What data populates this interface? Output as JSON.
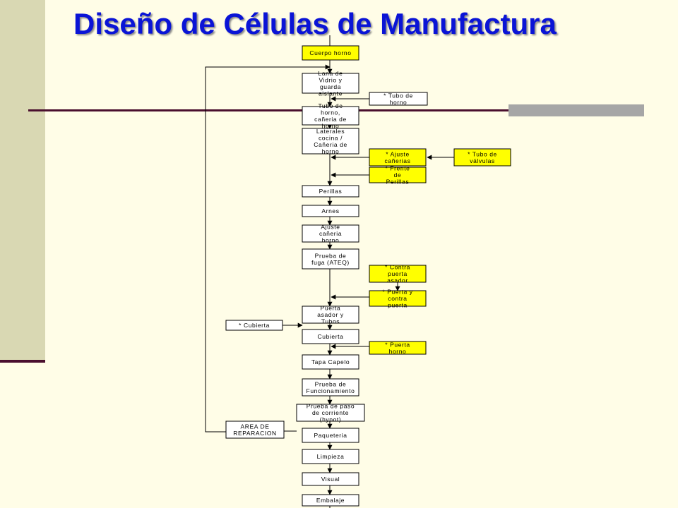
{
  "title": "Diseño de Células de Manufactura",
  "colors": {
    "title": "#0A14D6",
    "background": "#FFFDE7",
    "side_band": "#D9D8B3",
    "rule": "#4A0F2E",
    "feed_box": "#FFFF00",
    "process_box": "#FFFFFF"
  },
  "diagram": {
    "process_steps": [
      {
        "id": "cuerpo",
        "label": "Cuerpo horno",
        "style": "yellow"
      },
      {
        "id": "lana",
        "label": "Lana de Vidrio y guarda aislante",
        "style": "white"
      },
      {
        "id": "tubo",
        "label": "Tubo de horno, cañeria de horno",
        "style": "white"
      },
      {
        "id": "laterales",
        "label": "Laterales cocina / Cañeria de horno",
        "style": "white"
      },
      {
        "id": "perillas",
        "label": "Perillas",
        "style": "white"
      },
      {
        "id": "arnes",
        "label": "Arnes",
        "style": "white"
      },
      {
        "id": "ajuste",
        "label": "Ajuste cañeria horno",
        "style": "white"
      },
      {
        "id": "fuga",
        "label": "Prueba de fuga (ATEQ)",
        "style": "white"
      },
      {
        "id": "puerta_asador",
        "label": "Puerta asador y Tubos",
        "style": "white"
      },
      {
        "id": "cubierta",
        "label": "Cubierta",
        "style": "white"
      },
      {
        "id": "tapa",
        "label": "Tapa Capelo",
        "style": "white"
      },
      {
        "id": "funcionamiento",
        "label": "Prueba de Funcionamiento",
        "style": "white"
      },
      {
        "id": "paso",
        "label": "Prueba de paso de corriente (hypot)",
        "style": "white"
      },
      {
        "id": "paqueteria",
        "label": "Paqueteria",
        "style": "white"
      },
      {
        "id": "limpieza",
        "label": "Limpieza",
        "style": "white"
      },
      {
        "id": "visual",
        "label": "Visual",
        "style": "white"
      },
      {
        "id": "embalaje",
        "label": "Embalaje",
        "style": "white"
      }
    ],
    "feeds": [
      {
        "id": "f_tubo",
        "label": "* Tubo de horno",
        "style": "white",
        "target": "lana"
      },
      {
        "id": "f_ajuste",
        "label": "* Ajuste cañerias",
        "style": "yellow",
        "target": "laterales"
      },
      {
        "id": "f_tubo_valvulas",
        "label": "* Tubo de válvulas",
        "style": "yellow",
        "target": "f_ajuste"
      },
      {
        "id": "f_frente",
        "label": "* Frente de Perillas",
        "style": "yellow",
        "target": "laterales"
      },
      {
        "id": "f_contra",
        "label": "* Contra puerta asador",
        "style": "yellow",
        "target": "f_puerta_contra"
      },
      {
        "id": "f_puerta_contra",
        "label": "* Puerta y contra puerta",
        "style": "yellow",
        "target": "fuga"
      },
      {
        "id": "f_cubierta",
        "label": "* Cubierta",
        "style": "white",
        "target": "puerta_asador"
      },
      {
        "id": "f_puerta_horno",
        "label": "* Puerta horno",
        "style": "yellow",
        "target": "cubierta"
      }
    ],
    "repair_area": {
      "id": "reparacion",
      "label": "AREA DE REPARACION",
      "style": "white"
    }
  }
}
